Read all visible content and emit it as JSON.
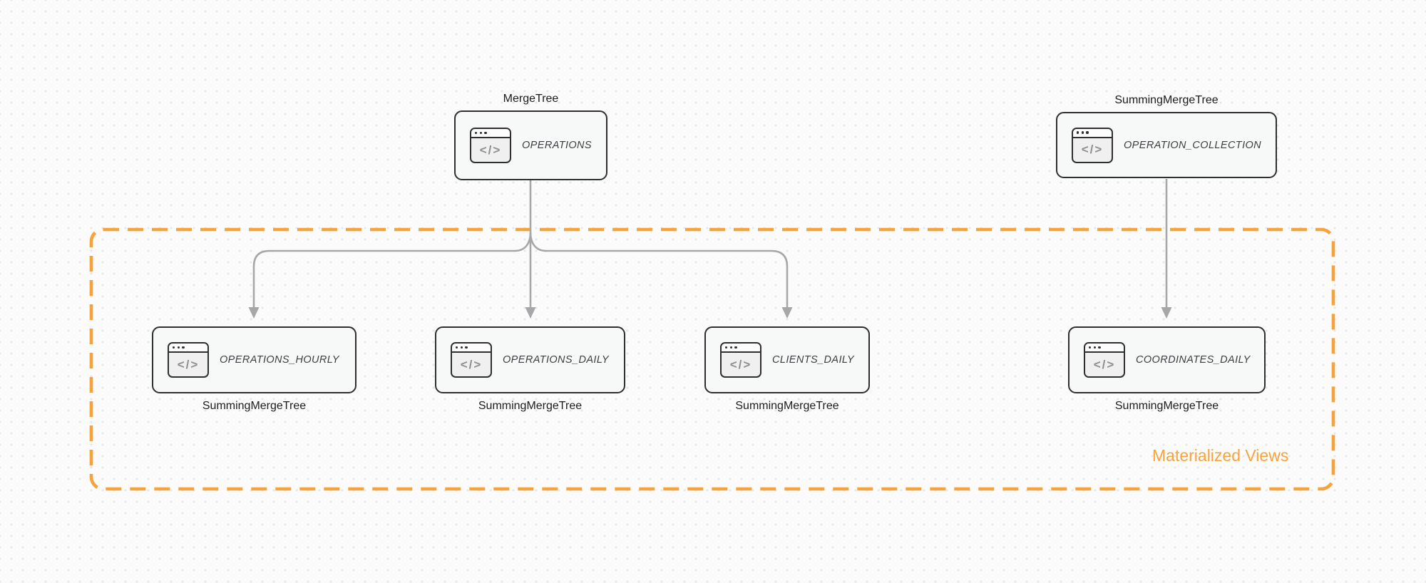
{
  "diagram": {
    "icon_glyph": "</>",
    "group": {
      "label": "Materialized Views"
    },
    "nodes": [
      {
        "id": "operations",
        "engine": "MergeTree",
        "title": "OPERATIONS",
        "engine_position": "above"
      },
      {
        "id": "operation_collection",
        "engine": "SummingMergeTree",
        "title": "OPERATION_COLLECTION",
        "engine_position": "above"
      },
      {
        "id": "operations_hourly",
        "engine": "SummingMergeTree",
        "title": "OPERATIONS_HOURLY",
        "engine_position": "below"
      },
      {
        "id": "operations_daily",
        "engine": "SummingMergeTree",
        "title": "OPERATIONS_DAILY",
        "engine_position": "below"
      },
      {
        "id": "clients_daily",
        "engine": "SummingMergeTree",
        "title": "CLIENTS_DAILY",
        "engine_position": "below"
      },
      {
        "id": "coordinates_daily",
        "engine": "SummingMergeTree",
        "title": "COORDINATES_DAILY",
        "engine_position": "below"
      }
    ],
    "edges": [
      {
        "from": "OPERATIONS",
        "to": "OPERATIONS_HOURLY"
      },
      {
        "from": "OPERATIONS",
        "to": "OPERATIONS_DAILY"
      },
      {
        "from": "OPERATIONS",
        "to": "CLIENTS_DAILY"
      },
      {
        "from": "OPERATION_COLLECTION",
        "to": "COORDINATES_DAILY"
      }
    ],
    "colors": {
      "accent": "#F7A33B",
      "border": "#2F2F31",
      "fill": "#F7F8F8",
      "arrow": "#A7A7AA",
      "text": "#1C1C1E",
      "title": "#3E3E42",
      "glyph": "#8D8D92",
      "bg": "#FBFBFB",
      "dot": "#E3E3E6"
    }
  }
}
